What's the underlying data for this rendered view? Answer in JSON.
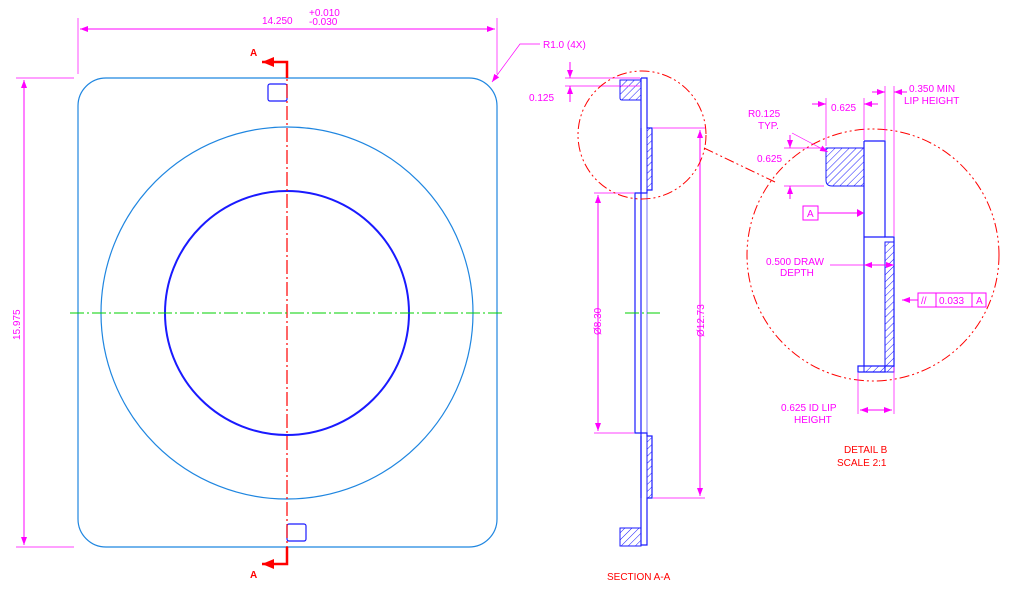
{
  "front_view": {
    "width_dim": "14.250",
    "width_tol_plus": "+0.010",
    "width_tol_minus": "-0.030",
    "height_dim": "15.975",
    "corner_radius_note": "R1.0 (4X)",
    "section_label_top": "A",
    "section_label_bottom": "A"
  },
  "section_view": {
    "title": "SECTION A-A",
    "top_thickness_dim": "0.125",
    "inner_dia_dim": "Ø8.30",
    "outer_dia_dim": "Ø12.73"
  },
  "detail_view": {
    "title": "DETAIL B",
    "scale": "SCALE 2:1",
    "width_dim": "0.625",
    "height_dim": "0.625",
    "radius_note_1": "R0.125",
    "radius_note_2": "TYP.",
    "lip_height_1": "0.350 MIN",
    "lip_height_2": "LIP HEIGHT",
    "datum_label": "A",
    "draw_depth_1": "0.500 DRAW",
    "draw_depth_2": "DEPTH",
    "parallel_symbol": "//",
    "parallel_tolerance": "0.033",
    "parallel_datum": "A",
    "id_lip_1": "0.625 ID LIP",
    "id_lip_2": "HEIGHT"
  },
  "colors": {
    "dimension": "#ff00ff",
    "outline": "#1a1aff",
    "section_line": "#ff0000",
    "centerline_vertical": "#ff0000",
    "centerline_horizontal": "#00d000",
    "outer_circle": "#1f86e0"
  }
}
